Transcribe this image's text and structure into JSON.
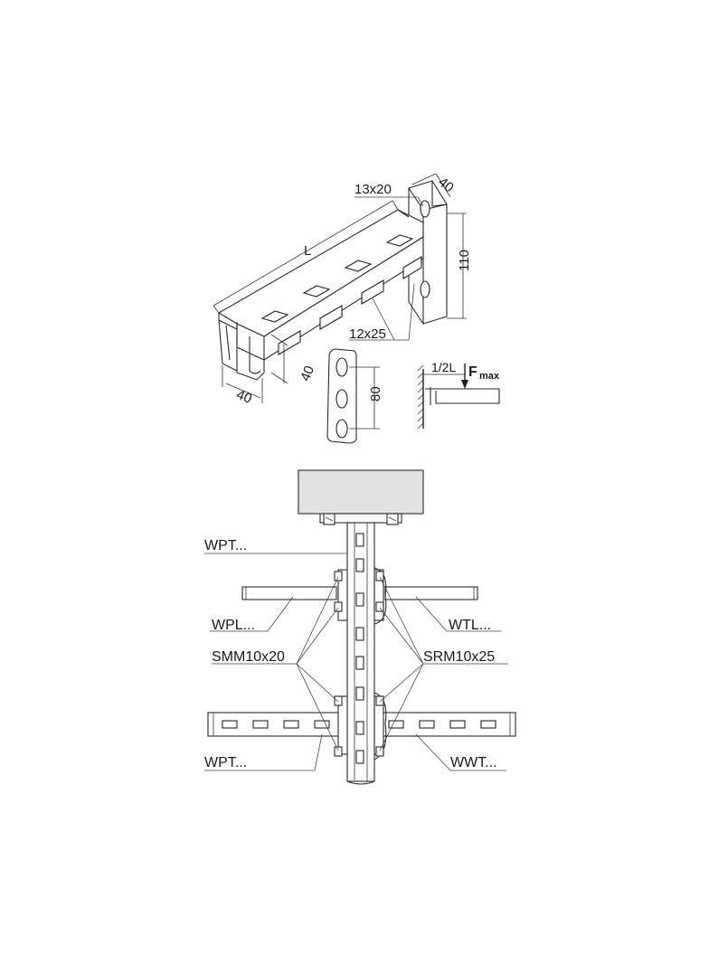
{
  "bracket_dims": {
    "hole_size": "13x20",
    "plate_width": "40",
    "plate_height": "110",
    "length": "L",
    "slot_size": "12x25",
    "profile_width": "40",
    "profile_height": "40"
  },
  "plate_detail": {
    "hole_spacing": "80"
  },
  "load_diagram": {
    "position": "1/2L",
    "force_main": "F",
    "force_sub": "max"
  },
  "assembly_labels": {
    "wpt_top": "WPT...",
    "wpl": "WPL...",
    "wtl": "WTL...",
    "smm": "SMM10x20",
    "srm": "SRM10x25",
    "wpt_bottom": "WPT...",
    "wwt": "WWT..."
  },
  "colors": {
    "ceiling_fill": "#e2e2e2",
    "line": "#2a2a2a"
  }
}
